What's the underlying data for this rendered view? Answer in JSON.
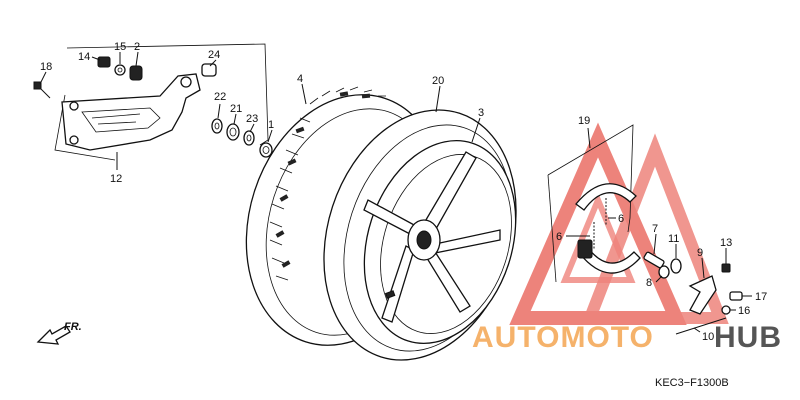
{
  "diagram": {
    "callouts": {
      "c14": "14",
      "c15": "15",
      "c2": "2",
      "c24": "24",
      "c18": "18",
      "c22": "22",
      "c21": "21",
      "c23": "23",
      "c1": "1",
      "c12": "12",
      "c4": "4",
      "c20": "20",
      "c3": "3",
      "c19": "19",
      "c6a": "6",
      "c6b": "6",
      "c7": "7",
      "c11": "11",
      "c9": "9",
      "c13": "13",
      "c8": "8",
      "c17": "17",
      "c16": "16",
      "c10": "10"
    },
    "direction_label": "FR.",
    "diagram_code": "KEC3−F1300B"
  },
  "watermark": {
    "brand_part1": "AUTOMOTO",
    "brand_part2": "HUB",
    "color_part1": "#f5b26b",
    "color_part2": "#555555",
    "triangle_color": "#e85a50"
  }
}
